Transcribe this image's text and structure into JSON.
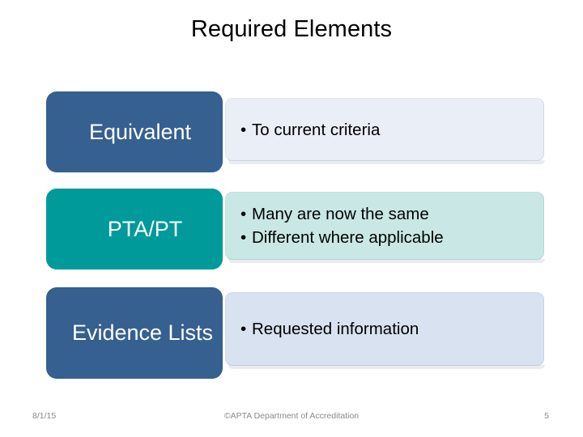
{
  "slide": {
    "title": "Required Elements",
    "rows": [
      {
        "label": "Equivalent",
        "label_color": "#35608F",
        "body_color": "#EAEEF7",
        "bullets": [
          "To current criteria"
        ]
      },
      {
        "label": "PTA/PT",
        "label_color": "#009A9A",
        "body_color": "#C9E8E5",
        "bullets": [
          "Many are now the same",
          "Different where applicable"
        ]
      },
      {
        "label": "Evidence Lists",
        "label_color": "#35608F",
        "body_color": "#D8E2F0",
        "bullets": [
          "Requested information"
        ]
      }
    ],
    "bullet_glyph": "•"
  },
  "footer": {
    "date": "8/1/15",
    "credit": "©APTA Department of Accreditation",
    "page_number": "5"
  }
}
